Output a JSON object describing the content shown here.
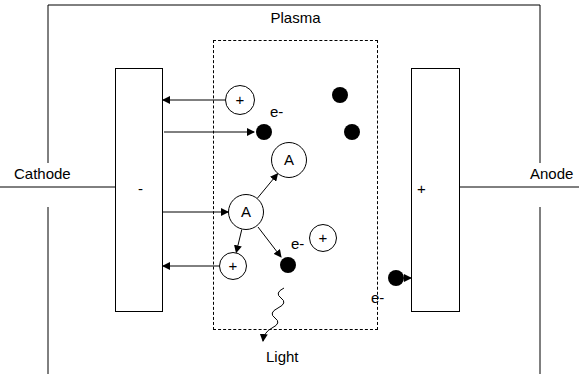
{
  "diagram": {
    "nodes": [
      {
        "text": [
          "-"
        ]
      },
      {
        "text": [
          "Plasma"
        ]
      },
      {
        "text": [
          "+"
        ],
        "in": 1
      },
      {
        "text": [
          "A"
        ],
        "in": 1
      },
      {
        "text": [
          "A"
        ],
        "in": 1
      },
      {
        "text": [
          "+"
        ],
        "in": 1
      },
      {
        "text": [
          "+"
        ],
        "in": 1
      },
      {
        "text": [
          "+"
        ]
      }
    ],
    "edges": [
      {
        "from": 2,
        "to": 0,
        "arrow": "to"
      },
      {
        "from": 0,
        "to": 4,
        "arrow": "to"
      },
      {
        "from": 4,
        "to": 3,
        "arrow": "to"
      },
      {
        "from": 4,
        "to": 6,
        "arrow": "to"
      },
      {
        "from": 6,
        "to": 0,
        "arrow": "to"
      }
    ],
    "labels": [
      "Cathode",
      "Anode",
      "e-",
      "e-",
      "e-",
      "Light"
    ]
  }
}
